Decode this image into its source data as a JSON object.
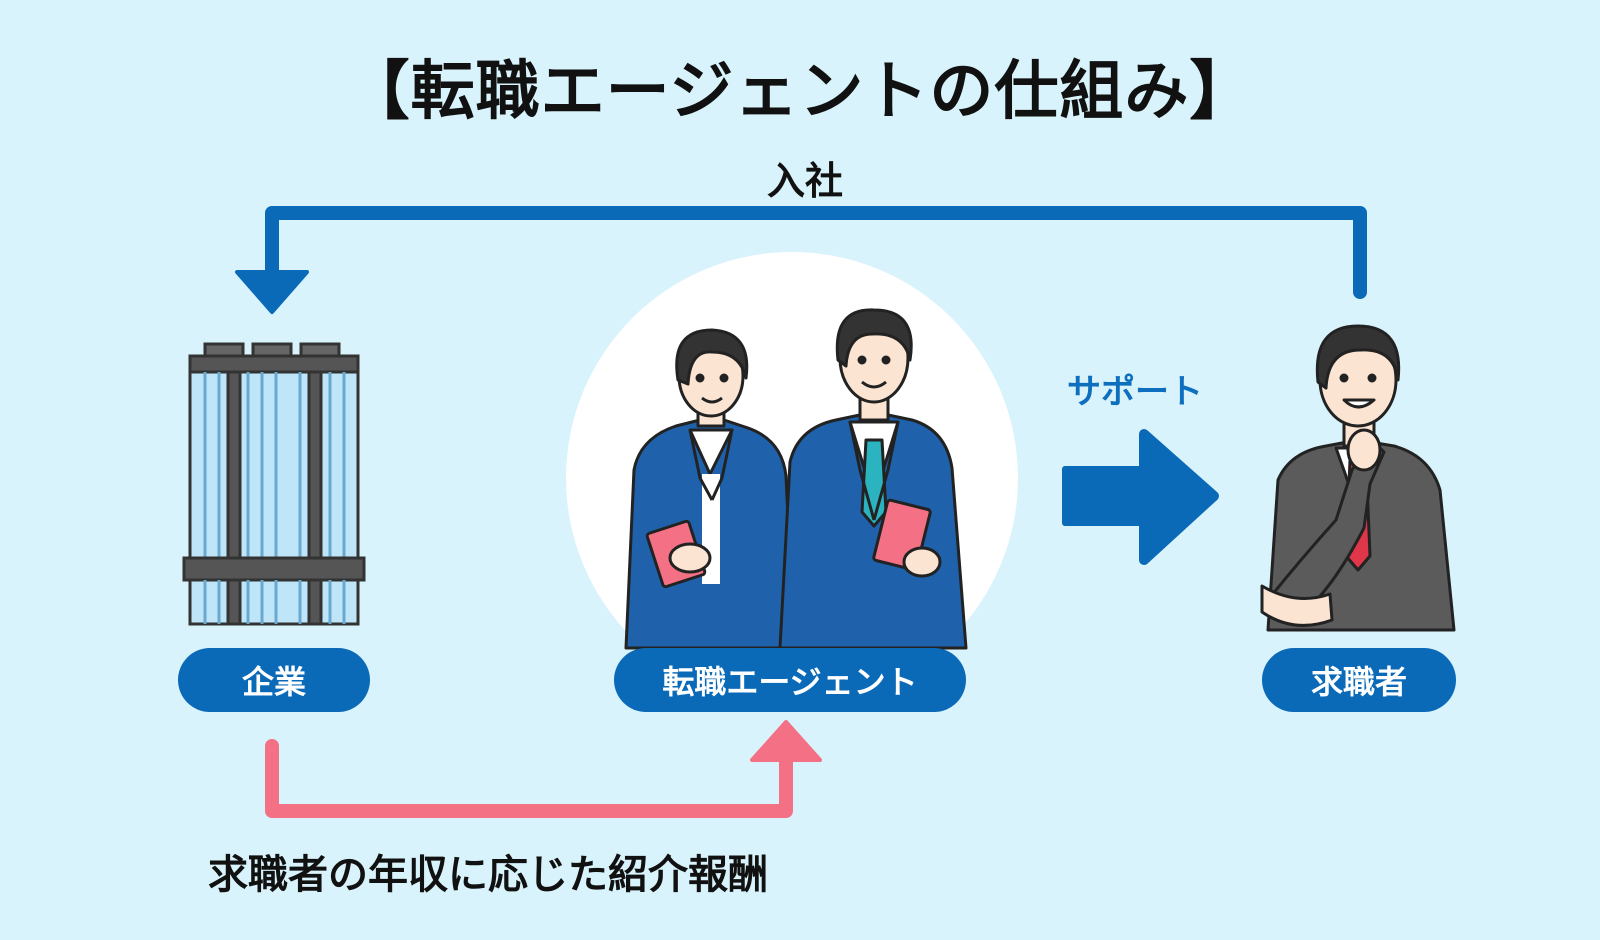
{
  "title": "【転職エージェントの仕組み】",
  "flows": {
    "join": "入社",
    "support": "サポート",
    "fee": "求職者の年収に応じた紹介報酬"
  },
  "nodes": {
    "company": "企業",
    "agent": "転職エージェント",
    "seeker": "求職者"
  },
  "colors": {
    "background": "#d8f3fb",
    "blue": "#0a6ab8",
    "pink": "#f47085",
    "suit_blue": "#1f62ab",
    "suit_gray": "#5b5b5b"
  }
}
